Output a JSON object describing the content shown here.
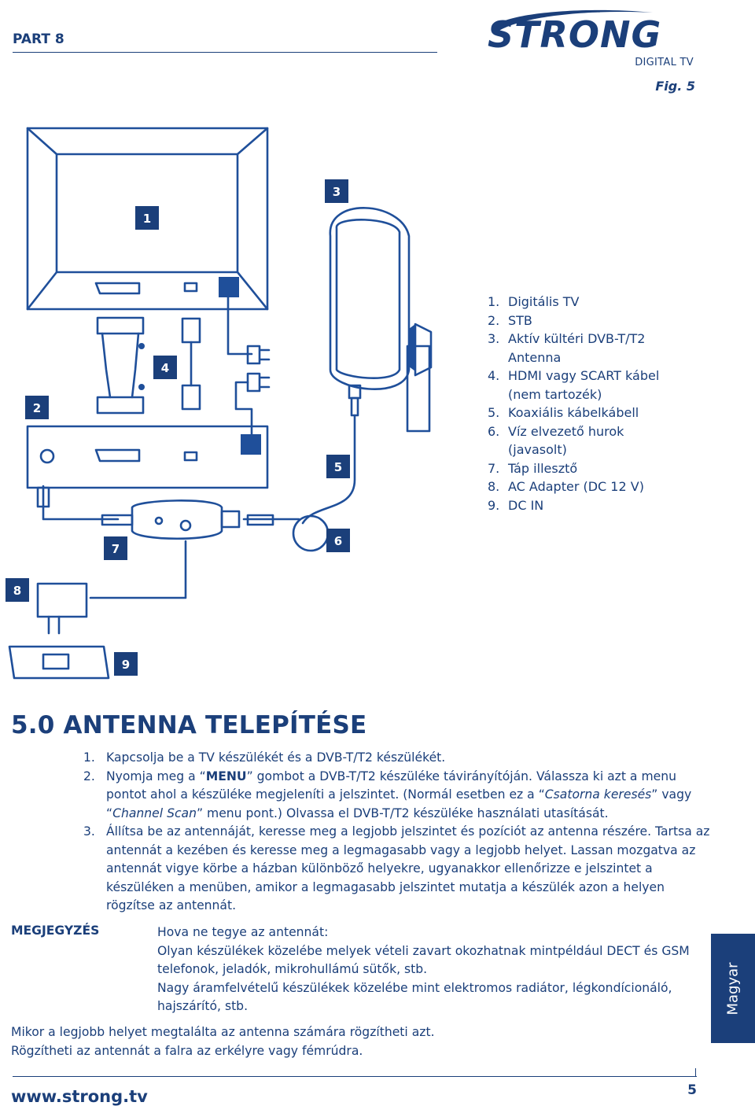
{
  "header": {
    "part": "PART 8",
    "brand": "STRONG",
    "brand_sub": "DIGITAL TV",
    "figure": "Fig. 5"
  },
  "diagram": {
    "callouts": [
      "1",
      "2",
      "3",
      "4",
      "5",
      "6",
      "7",
      "8",
      "9"
    ]
  },
  "legend": [
    {
      "num": "1.",
      "text": "Digitális TV"
    },
    {
      "num": "2.",
      "text": "STB"
    },
    {
      "num": "3.",
      "text": "Aktív kültéri DVB-T/T2"
    },
    {
      "num": "",
      "text": "Antenna"
    },
    {
      "num": "4.",
      "text": "HDMI vagy SCART kábel"
    },
    {
      "num": "",
      "text": "(nem tartozék)"
    },
    {
      "num": "5.",
      "text": "Koaxiális kábelkábell"
    },
    {
      "num": "6.",
      "text": "Víz elvezető hurok"
    },
    {
      "num": "",
      "text": "(javasolt)"
    },
    {
      "num": "7.",
      "text": "Táp illesztő"
    },
    {
      "num": "8.",
      "text": "AC Adapter (DC 12 V)"
    },
    {
      "num": "9.",
      "text": "DC IN"
    }
  ],
  "section": {
    "title": "5.0 ANTENNA TELEPÍTÉSE",
    "steps": [
      {
        "num": "1.",
        "text": "Kapcsolja be a TV készülékét és a DVB-T/T2 készülékét."
      },
      {
        "num": "2.",
        "a": "Nyomja meg a “",
        "b": "MENU",
        "c": "” gombot a DVB-T/T2 készüléke távirányítóján. Válassza ki azt a menu pontot ahol a készüléke megjeleníti a jelszintet. (Normál esetben ez a “",
        "d": "Csatorna keresés",
        "e": "” vagy “",
        "f": "Channel Scan",
        "g": "” menu pont.) Olvassa el DVB-T/T2 készüléke használati utasítását."
      },
      {
        "num": "3.",
        "text": "Állítsa be az antennáját, keresse meg a legjobb jelszintet és pozíciót az antenna részére. Tartsa az antennát a kezében és keresse meg a legmagasabb vagy a legjobb helyet. Lassan mozgatva az antennát vigye körbe a házban különböző helyekre, ugyanakkor ellenőrizze e jelszintet a készüléken a menüben, amikor a legmagasabb jelszintet mutatja a készülék azon a helyen rögzítse az antennát."
      }
    ]
  },
  "note": {
    "label": "MEGJEGYZÉS",
    "lines": [
      "Hova ne tegye az antennát:",
      "Olyan készülékek közelébe melyek vételi zavart okozhatnak mintpéldául DECT és GSM telefonok, jeladók, mikrohullámú sütők, stb.",
      "Nagy áramfelvételű készülékek közelébe mint elektromos radiátor, légkondícionáló, hajszárító, stb."
    ]
  },
  "closing": [
    "Mikor a legjobb helyet megtalálta az antenna számára rögzítheti azt.",
    "Rögzítheti az antennát a falra az erkélyre vagy fémrúdra."
  ],
  "side_tab": "Magyar",
  "footer": {
    "url": "www.strong.tv",
    "page": "5"
  },
  "colors": {
    "brand_blue": "#1b3f7a",
    "line_blue": "#1f4f9a"
  }
}
